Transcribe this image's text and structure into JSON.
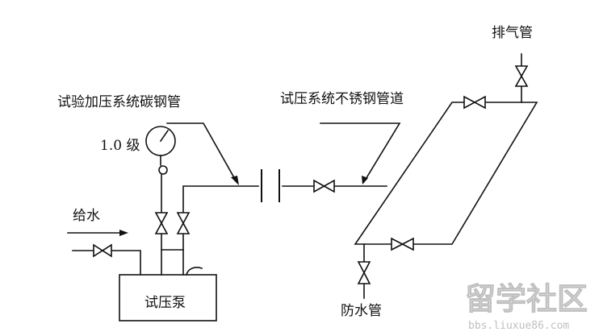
{
  "labels": {
    "exhaust_pipe": "排气管",
    "carbon_steel_pipe": "试验加压系统碳钢管",
    "stainless_pipe": "试压系统不锈钢管道",
    "gauge_grade": "1.0 级",
    "water_supply": "给水",
    "pump": "试压泵",
    "drain_pipe": "防水管"
  },
  "watermark": {
    "brand": "留学社区",
    "site": "bbs.liuxue86.com"
  },
  "colors": {
    "line": "#111111",
    "watermark": "#d0d0d0"
  }
}
